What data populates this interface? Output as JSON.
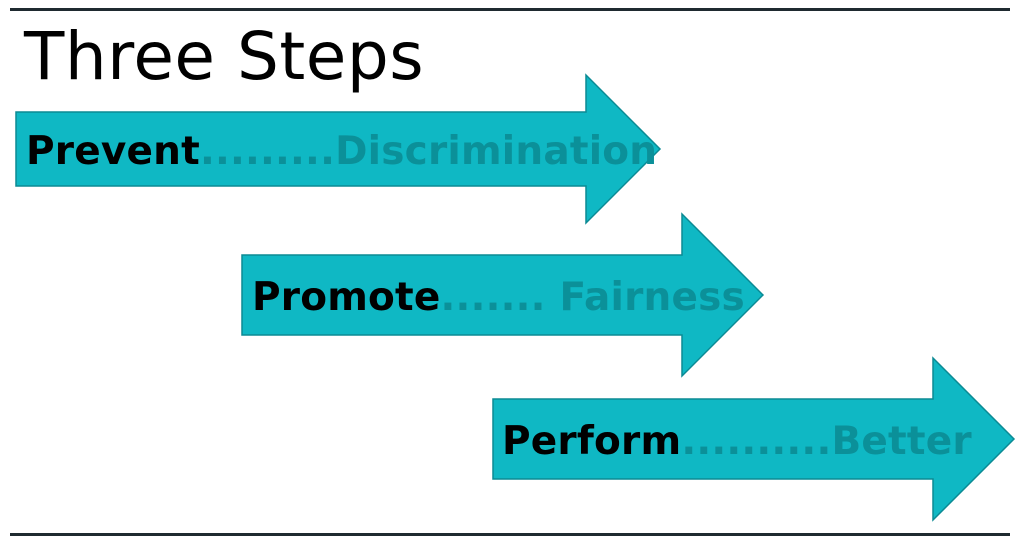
{
  "title": "Three Steps",
  "colors": {
    "arrow_fill": "#0fb8c4",
    "arrow_stroke": "#0b8a94",
    "verb_text": "#000000",
    "object_text": "#0b9099",
    "rule": "#1f2a30"
  },
  "steps": [
    {
      "verb": "Prevent",
      "dots": ".........",
      "object": "Discrimination"
    },
    {
      "verb": "Promote",
      "dots": "....... ",
      "object": "Fairness"
    },
    {
      "verb": "Perform",
      "dots": "..........",
      "object": "Better"
    }
  ]
}
